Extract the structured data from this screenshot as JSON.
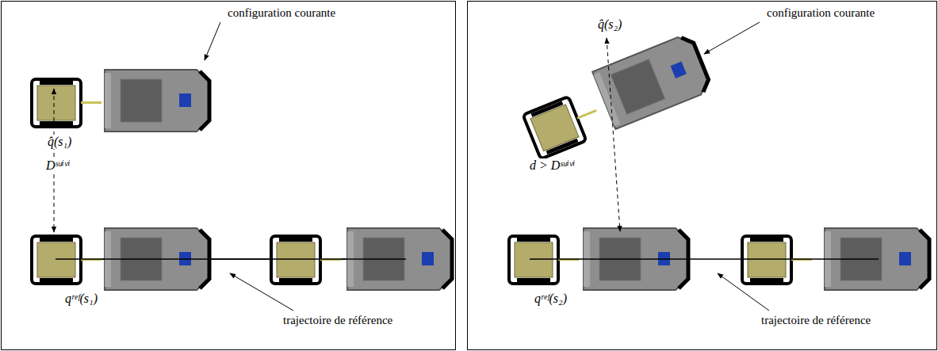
{
  "diagram": {
    "labels": [
      "configuration courante",
      "q̂(s₁)",
      "Dˢᵘⁱᵛⁱ",
      "qʳᵉᶠ(s₁)",
      "trajectoire de référence",
      "q̂(s₂)",
      "configuration courante",
      "d > Dˢᵘⁱᵛⁱ",
      "qʳᵉᶠ(s₂)",
      "trajectoire de référence"
    ]
  }
}
